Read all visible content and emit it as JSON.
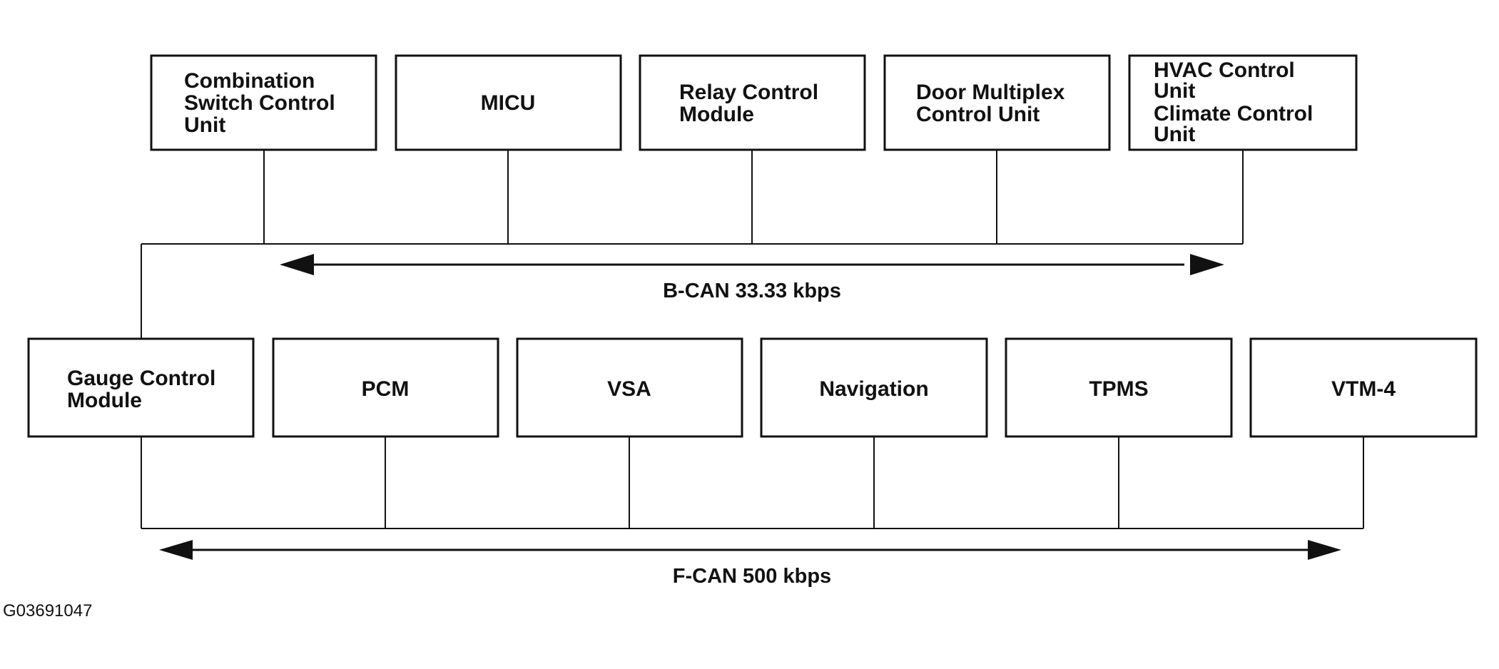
{
  "b_can": {
    "label": "B-CAN 33.33 kbps",
    "modules": [
      {
        "id": "combination-switch-control-unit",
        "lines": [
          "Combination",
          "Switch Control",
          "Unit"
        ]
      },
      {
        "id": "micu",
        "lines": [
          "MICU"
        ]
      },
      {
        "id": "relay-control-module",
        "lines": [
          "Relay Control",
          "Module"
        ]
      },
      {
        "id": "door-multiplex-control-unit",
        "lines": [
          "Door Multiplex",
          "Control Unit"
        ]
      },
      {
        "id": "hvac-control-unit",
        "lines": [
          "HVAC Control",
          "Unit",
          "Climate Control",
          "Unit"
        ]
      }
    ]
  },
  "f_can": {
    "label": "F-CAN 500 kbps",
    "modules": [
      {
        "id": "gauge-control-module",
        "lines": [
          "Gauge Control",
          "Module"
        ]
      },
      {
        "id": "pcm",
        "lines": [
          "PCM"
        ]
      },
      {
        "id": "vsa",
        "lines": [
          "VSA"
        ]
      },
      {
        "id": "navigation",
        "lines": [
          "Navigation"
        ]
      },
      {
        "id": "tpms",
        "lines": [
          "TPMS"
        ]
      },
      {
        "id": "vtm-4",
        "lines": [
          "VTM-4"
        ]
      }
    ]
  },
  "figure_id": "G03691047"
}
